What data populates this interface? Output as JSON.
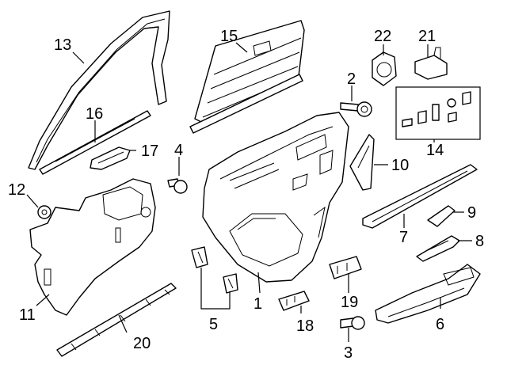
{
  "callouts": {
    "c1": "1",
    "c2": "2",
    "c3": "3",
    "c4": "4",
    "c5": "5",
    "c6": "6",
    "c7": "7",
    "c8": "8",
    "c9": "9",
    "c10": "10",
    "c11": "11",
    "c12": "12",
    "c13": "13",
    "c14": "14",
    "c15": "15",
    "c16": "16",
    "c17": "17",
    "c18": "18",
    "c19": "19",
    "c20": "20",
    "c21": "21",
    "c22": "22"
  },
  "colors": {
    "line": "#000000",
    "background": "#ffffff",
    "shade": "#e6e6e6"
  }
}
